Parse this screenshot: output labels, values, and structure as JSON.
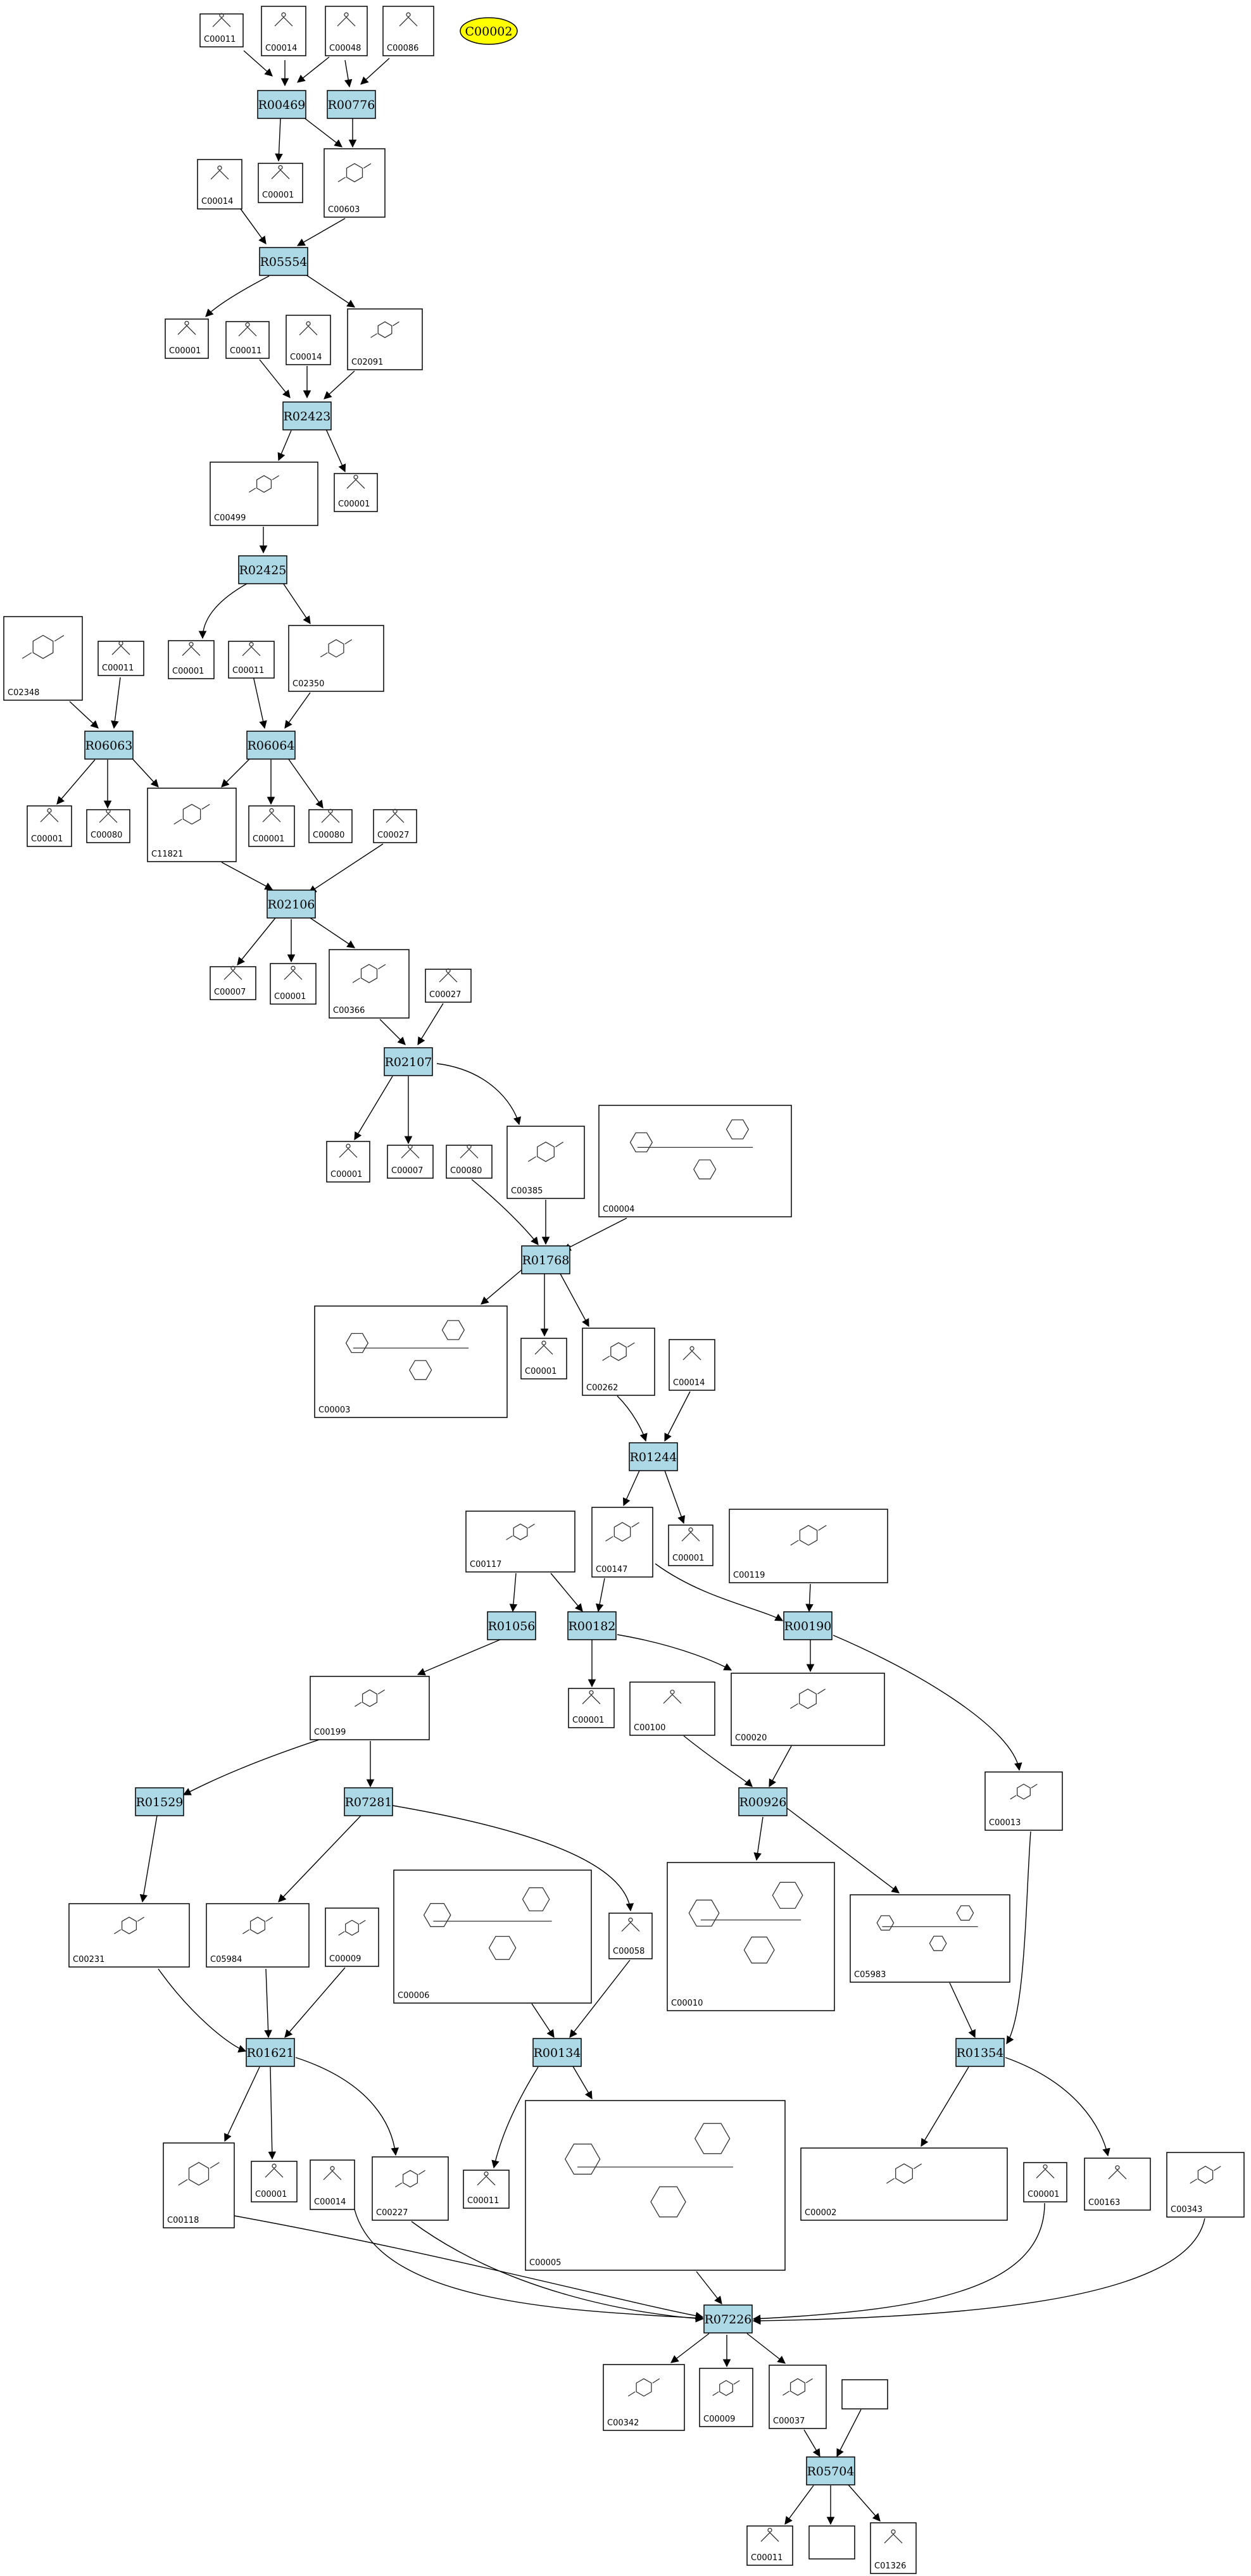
{
  "reactions": [
    {
      "id": "R00469"
    },
    {
      "id": "R00776"
    },
    {
      "id": "R05554"
    },
    {
      "id": "R02423"
    },
    {
      "id": "R02425"
    },
    {
      "id": "R06063"
    },
    {
      "id": "R06064"
    },
    {
      "id": "R02106"
    },
    {
      "id": "R02107"
    },
    {
      "id": "R01768"
    },
    {
      "id": "R01244"
    },
    {
      "id": "R01056"
    },
    {
      "id": "R00182"
    },
    {
      "id": "R00190"
    },
    {
      "id": "R01529"
    },
    {
      "id": "R07281"
    },
    {
      "id": "R00926"
    },
    {
      "id": "R01621"
    },
    {
      "id": "R00134"
    },
    {
      "id": "R01354"
    },
    {
      "id": "R07226"
    },
    {
      "id": "R05704"
    }
  ],
  "highlight": {
    "label": "C00002",
    "fill": "#ffff00"
  },
  "compounds": [
    {
      "key": "n1",
      "label": "C00011"
    },
    {
      "key": "n2",
      "label": "C00014"
    },
    {
      "key": "n3",
      "label": "C00048"
    },
    {
      "key": "n4",
      "label": "C00086"
    },
    {
      "key": "n5",
      "label": "C00014"
    },
    {
      "key": "n6",
      "label": "C00001"
    },
    {
      "key": "n7",
      "label": "C00603"
    },
    {
      "key": "n8",
      "label": "C00001"
    },
    {
      "key": "n9",
      "label": "C00011"
    },
    {
      "key": "n10",
      "label": "C00014"
    },
    {
      "key": "n11",
      "label": "C02091"
    },
    {
      "key": "n12",
      "label": "C00499"
    },
    {
      "key": "n13",
      "label": "C00001"
    },
    {
      "key": "n14",
      "label": "C02348"
    },
    {
      "key": "n15",
      "label": "C00011"
    },
    {
      "key": "n16",
      "label": "C00001"
    },
    {
      "key": "n17",
      "label": "C00011"
    },
    {
      "key": "n18",
      "label": "C02350"
    },
    {
      "key": "n19",
      "label": "C00001"
    },
    {
      "key": "n20",
      "label": "C00080"
    },
    {
      "key": "n21",
      "label": "C11821"
    },
    {
      "key": "n22",
      "label": "C00001"
    },
    {
      "key": "n23",
      "label": "C00080"
    },
    {
      "key": "n24",
      "label": "C00027"
    },
    {
      "key": "n25",
      "label": "C00007"
    },
    {
      "key": "n26",
      "label": "C00001"
    },
    {
      "key": "n27",
      "label": "C00366"
    },
    {
      "key": "n28",
      "label": "C00027"
    },
    {
      "key": "n29",
      "label": "C00001"
    },
    {
      "key": "n30",
      "label": "C00007"
    },
    {
      "key": "n31",
      "label": "C00080"
    },
    {
      "key": "n32",
      "label": "C00385"
    },
    {
      "key": "n33",
      "label": "C00004"
    },
    {
      "key": "n34",
      "label": "C00003"
    },
    {
      "key": "n35",
      "label": "C00001"
    },
    {
      "key": "n36",
      "label": "C00262"
    },
    {
      "key": "n37",
      "label": "C00014"
    },
    {
      "key": "n38",
      "label": "C00117"
    },
    {
      "key": "n39",
      "label": "C00147"
    },
    {
      "key": "n40",
      "label": "C00001"
    },
    {
      "key": "n41",
      "label": "C00119"
    },
    {
      "key": "n42",
      "label": "C00199"
    },
    {
      "key": "n43",
      "label": "C00001"
    },
    {
      "key": "n44",
      "label": "C00100"
    },
    {
      "key": "n45",
      "label": "C00020"
    },
    {
      "key": "n46",
      "label": "C00013"
    },
    {
      "key": "n47",
      "label": "C00231"
    },
    {
      "key": "n48",
      "label": "C05984"
    },
    {
      "key": "n49",
      "label": "C00009"
    },
    {
      "key": "n50",
      "label": "C00006"
    },
    {
      "key": "n51",
      "label": "C00058"
    },
    {
      "key": "n52",
      "label": "C00010"
    },
    {
      "key": "n53",
      "label": "C05983"
    },
    {
      "key": "n54",
      "label": "C00118"
    },
    {
      "key": "n55",
      "label": "C00001"
    },
    {
      "key": "n56",
      "label": "C00014"
    },
    {
      "key": "n57",
      "label": "C00227"
    },
    {
      "key": "n58",
      "label": "C00011"
    },
    {
      "key": "n59",
      "label": "C00005"
    },
    {
      "key": "n60",
      "label": "C00002"
    },
    {
      "key": "n61",
      "label": "C00001"
    },
    {
      "key": "n62",
      "label": "C00163"
    },
    {
      "key": "n63",
      "label": "C00343"
    },
    {
      "key": "n64",
      "label": "C00342"
    },
    {
      "key": "n65",
      "label": "C00009"
    },
    {
      "key": "n66",
      "label": "C00037"
    },
    {
      "key": "n67",
      "label": ""
    },
    {
      "key": "n68",
      "label": "C00011"
    },
    {
      "key": "n69",
      "label": ""
    },
    {
      "key": "n70",
      "label": "C01326"
    }
  ]
}
